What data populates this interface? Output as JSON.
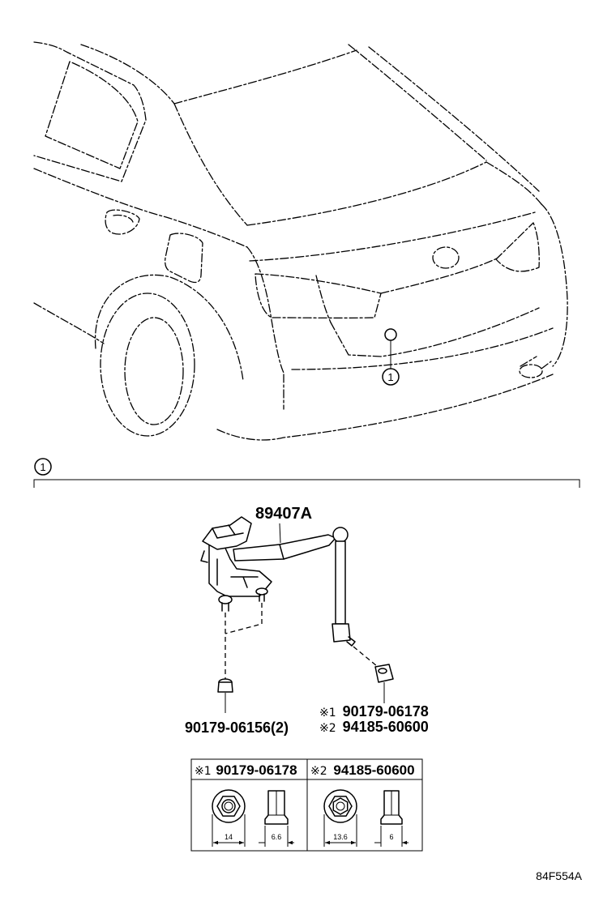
{
  "car_view": {
    "callout_label": "1"
  },
  "section": {
    "callout_label": "1"
  },
  "parts": {
    "sensor_part_no": "89407A",
    "bolt_part_no": "90179-06156(2)",
    "nut_options": [
      {
        "marker": "※1",
        "part_no": "90179-06178"
      },
      {
        "marker": "※2",
        "part_no": "94185-60600"
      }
    ]
  },
  "nut_table": {
    "columns": [
      {
        "marker": "※1",
        "part_no": "90179-06178",
        "width_dim": "14",
        "thickness_dim": "6.6"
      },
      {
        "marker": "※2",
        "part_no": "94185-60600",
        "width_dim": "13.6",
        "thickness_dim": "6"
      }
    ]
  },
  "illustration_code": "84F554A"
}
